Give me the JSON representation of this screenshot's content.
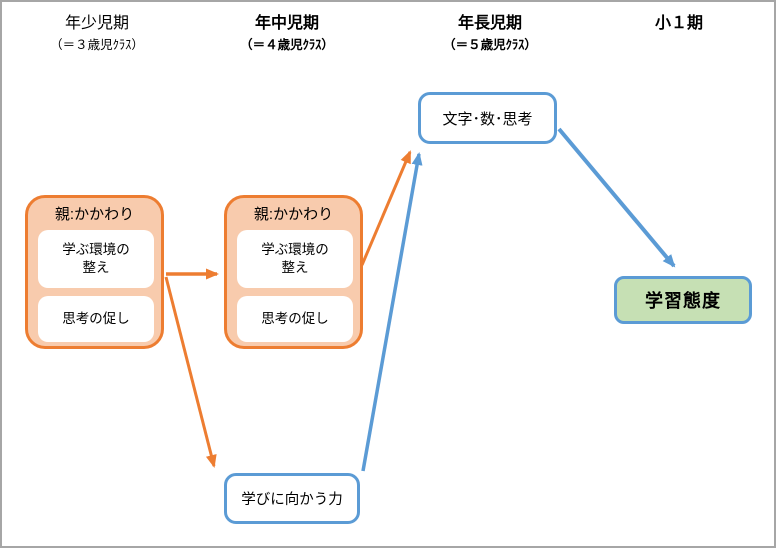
{
  "colors": {
    "orange": "#ED7D31",
    "orange_fill": "#F8CBAD",
    "blue": "#5B9BD5",
    "green_fill": "#C6E0B4",
    "page_border": "#A6A6A6",
    "text": "#000000"
  },
  "columns": [
    {
      "title": "年少児期",
      "subtitle": "（＝３歳児ｸﾗｽ）"
    },
    {
      "title": "年中児期",
      "subtitle": "（＝４歳児ｸﾗｽ）"
    },
    {
      "title": "年長児期",
      "subtitle": "（＝５歳児ｸﾗｽ）"
    },
    {
      "title": "小１期",
      "subtitle": ""
    }
  ],
  "parent_boxes": [
    {
      "title": "親:かかわり",
      "items": [
        "学ぶ環境の\n整え",
        "思考の促し"
      ]
    },
    {
      "title": "親:かかわり",
      "items": [
        "学ぶ環境の\n整え",
        "思考の促し"
      ]
    }
  ],
  "nodes": {
    "literacy": {
      "label": "文字･数･思考"
    },
    "learning_drive": {
      "label": "学びに向かう力"
    },
    "attitude": {
      "label": "学習態度"
    }
  },
  "connections": [
    {
      "from": "parent-box-nensho",
      "to": "parent-box-nenchu",
      "color": "orange"
    },
    {
      "from": "parent-box-nensho",
      "to": "learning-drive-node",
      "color": "orange"
    },
    {
      "from": "parent-box-nenchu",
      "to": "literacy-node",
      "color": "orange"
    },
    {
      "from": "learning-drive-node",
      "to": "literacy-node",
      "color": "blue"
    },
    {
      "from": "literacy-node",
      "to": "attitude-node",
      "color": "blue"
    }
  ]
}
